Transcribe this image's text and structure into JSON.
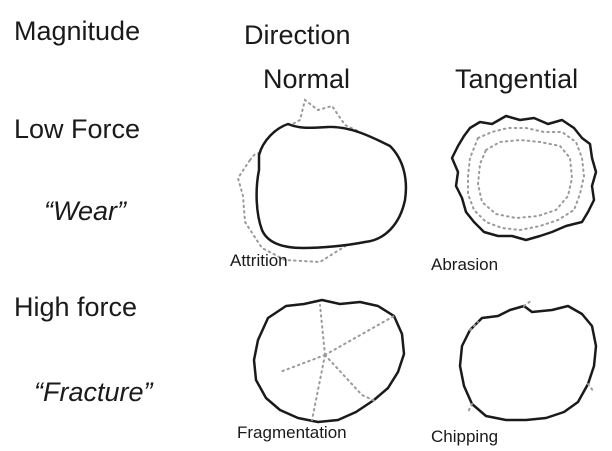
{
  "headers": {
    "magnitude": "Magnitude",
    "direction": "Direction",
    "normal": "Normal",
    "tangential": "Tangential"
  },
  "rows": [
    {
      "label": "Low Force",
      "quote": "“Wear”"
    },
    {
      "label": "High force",
      "quote": "“Fracture”"
    }
  ],
  "captions": {
    "attrition": "Attrition",
    "abrasion": "Abrasion",
    "fragmentation": "Fragmentation",
    "chipping": "Chipping"
  },
  "colors": {
    "outline": "#1a1a1a",
    "dotted": "#9a9a9a"
  }
}
